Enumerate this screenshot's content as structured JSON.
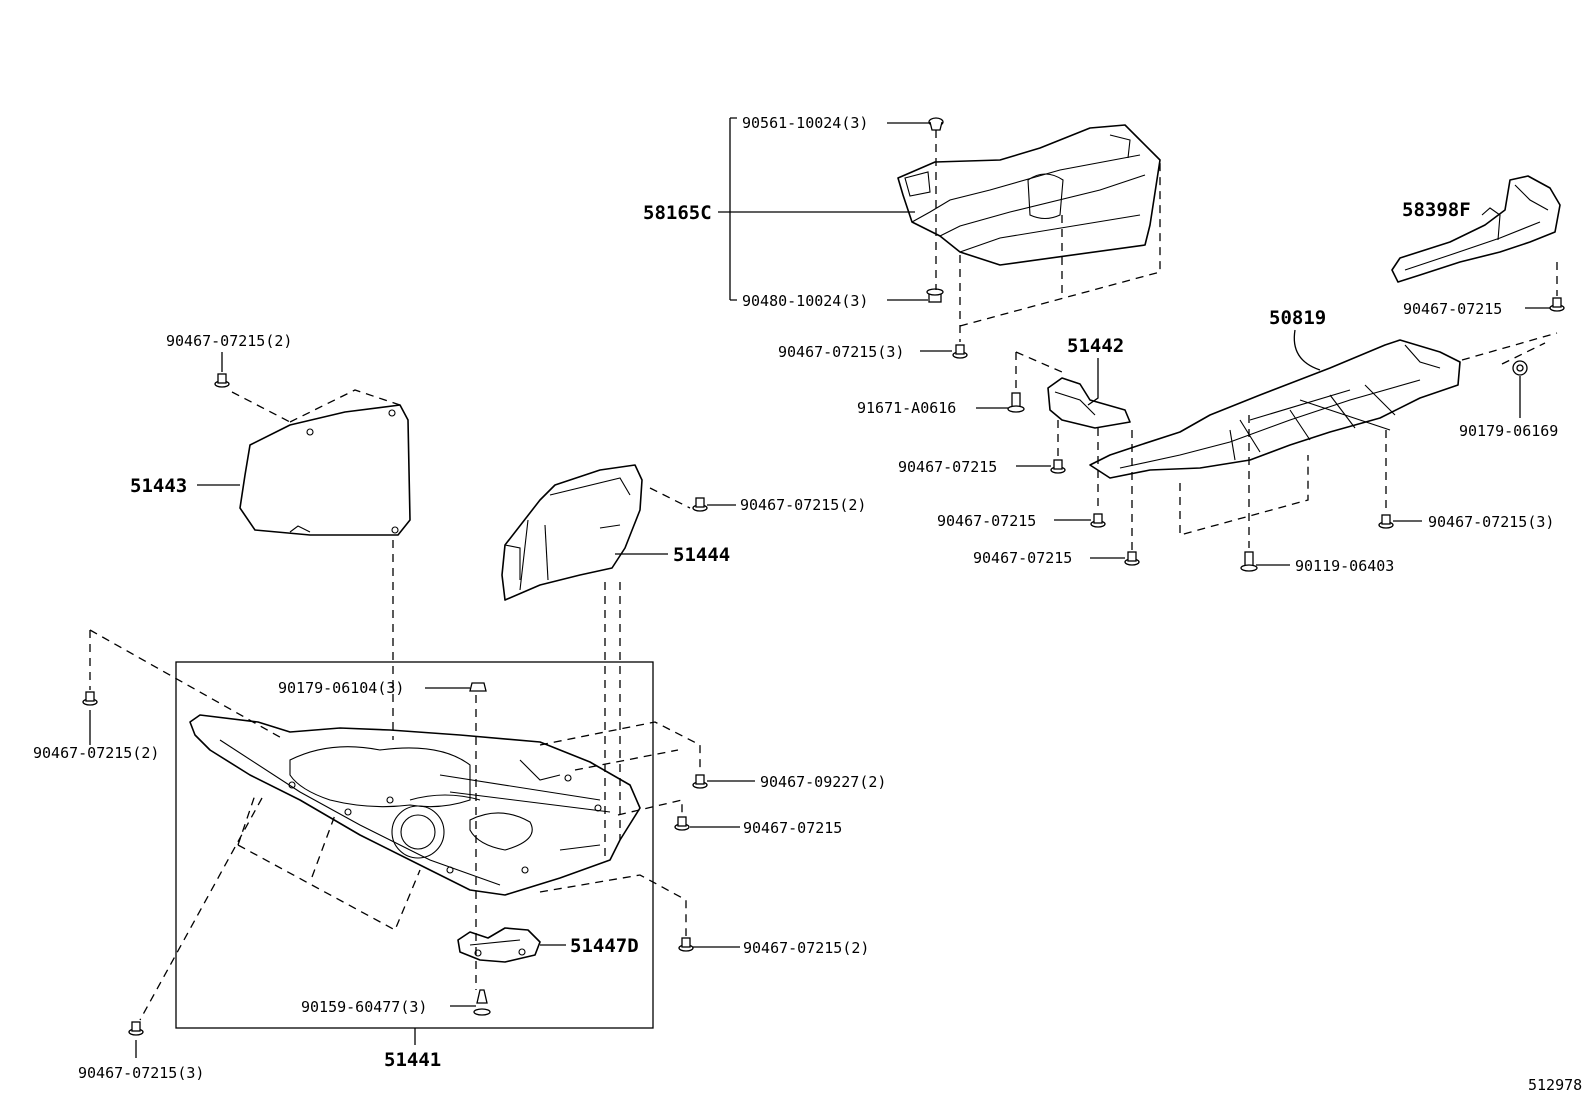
{
  "diagram": {
    "figure_id": "512978",
    "labels": {
      "p58165C": "58165C",
      "p90561_10024": "90561-10024(3)",
      "p90480_10024": "90480-10024(3)",
      "p90467_07215_3a": "90467-07215(3)",
      "p58398F": "58398F",
      "p90467_07215_a": "90467-07215",
      "p50819": "50819",
      "p51442": "51442",
      "p91671_A0616": "91671-A0616",
      "p90179_06169": "90179-06169",
      "p90467_07215_b": "90467-07215",
      "p90467_07215_c": "90467-07215",
      "p90467_07215_3b": "90467-07215(3)",
      "p90467_07215_d": "90467-07215",
      "p90119_06403": "90119-06403",
      "p90467_07215_2a": "90467-07215(2)",
      "p51443": "51443",
      "p90467_07215_2b": "90467-07215(2)",
      "p51444": "51444",
      "p90179_06104": "90179-06104(3)",
      "p90467_07215_2c": "90467-07215(2)",
      "p90467_09227": "90467-09227(2)",
      "p90467_07215_e": "90467-07215",
      "p51447D": "51447D",
      "p90467_07215_2d": "90467-07215(2)",
      "p90159_60477": "90159-60477(3)",
      "p51441": "51441",
      "p90467_07215_3c": "90467-07215(3)"
    }
  }
}
